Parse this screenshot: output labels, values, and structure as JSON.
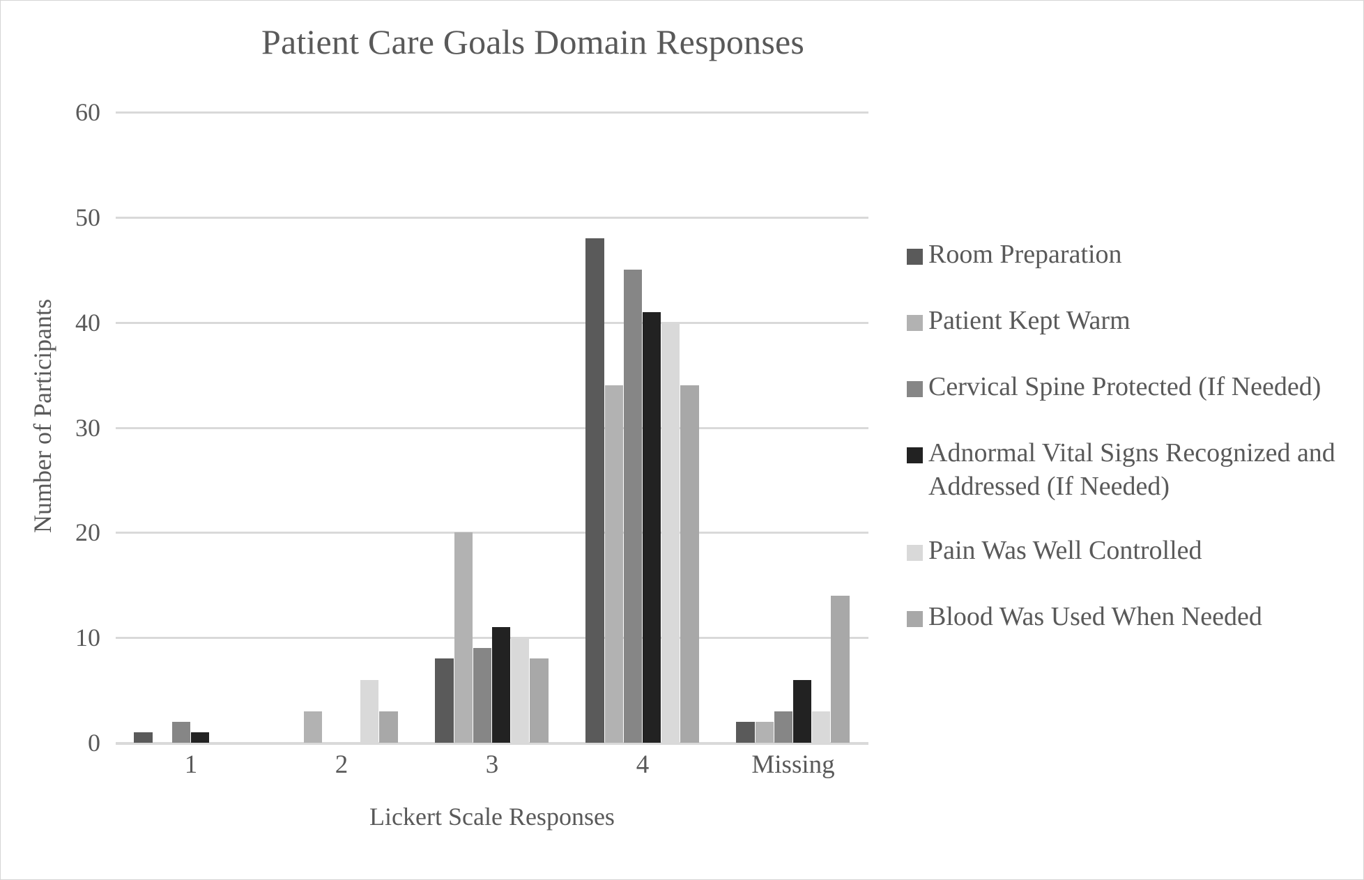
{
  "chart_data": {
    "type": "bar",
    "title": "Patient Care Goals Domain Responses",
    "xlabel": "Lickert Scale Responses",
    "ylabel": "Number of Participants",
    "categories": [
      "1",
      "2",
      "3",
      "4",
      "Missing"
    ],
    "ylim": [
      0,
      60
    ],
    "yticks": [
      0,
      10,
      20,
      30,
      40,
      50,
      60
    ],
    "ytick_labels": [
      "0",
      "10",
      "20",
      "30",
      "40",
      "50",
      "60"
    ],
    "grid": true,
    "legend_position": "right",
    "series": [
      {
        "name": "Room Preparation",
        "color": "#5a5a5a",
        "values": [
          1,
          0,
          8,
          48,
          2
        ]
      },
      {
        "name": "Patient Kept Warm",
        "color": "#b2b2b2",
        "values": [
          0,
          3,
          20,
          34,
          2
        ]
      },
      {
        "name": "Cervical Spine Protected (If Needed)",
        "color": "#868686",
        "values": [
          2,
          0,
          9,
          45,
          3
        ]
      },
      {
        "name": "Adnormal Vital Signs Recognized and Addressed (If Needed)",
        "color": "#222222",
        "values": [
          1,
          0,
          11,
          41,
          6
        ]
      },
      {
        "name": "Pain Was Well Controlled",
        "color": "#d9d9d9",
        "values": [
          0,
          6,
          10,
          40,
          3
        ]
      },
      {
        "name": "Blood Was Used When Needed",
        "color": "#a8a8a8",
        "values": [
          0,
          3,
          8,
          34,
          14
        ]
      }
    ]
  },
  "colors": {
    "text": "#595959",
    "gridline": "#d9d9d9",
    "background": "#ffffff",
    "page_border": "#d5d5d5"
  }
}
